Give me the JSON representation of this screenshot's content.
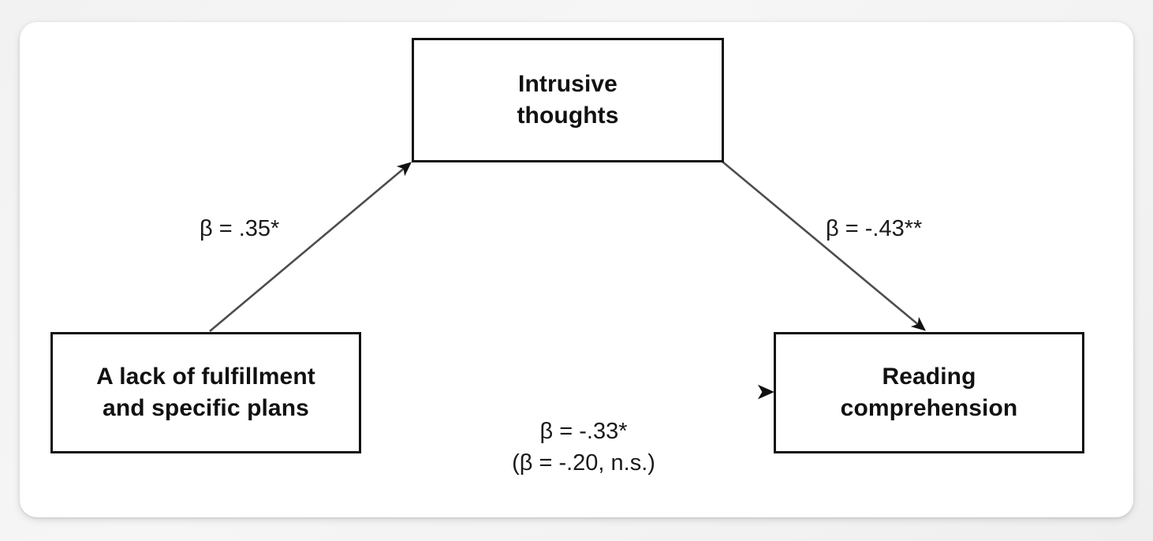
{
  "figure": {
    "type": "mediation-path-diagram",
    "background_color": "#f2f2f2",
    "card_color": "#ffffff",
    "line_color": "#111111"
  },
  "nodes": {
    "mediator": {
      "id": "intrusive-thoughts",
      "label": "Intrusive\nthoughts",
      "role": "mediator"
    },
    "predictor": {
      "id": "lack-of-fulfillment",
      "label": "A lack of fulfillment\nand specific plans",
      "role": "independent-variable"
    },
    "outcome": {
      "id": "reading-comprehension",
      "label": "Reading\ncomprehension",
      "role": "dependent-variable"
    }
  },
  "paths": {
    "a": {
      "from": "lack-of-fulfillment",
      "to": "intrusive-thoughts",
      "label": "β = .35*",
      "beta": 0.35,
      "significance": "*"
    },
    "b": {
      "from": "intrusive-thoughts",
      "to": "reading-comprehension",
      "label": "β = -.43**",
      "beta": -0.43,
      "significance": "**"
    },
    "c": {
      "from": "lack-of-fulfillment",
      "to": "reading-comprehension",
      "label": "β = -.33*\n(β = -.20, n.s.)",
      "total_effect_beta": -0.33,
      "total_effect_significance": "*",
      "direct_effect_beta": -0.2,
      "direct_effect_significance": "n.s."
    }
  }
}
